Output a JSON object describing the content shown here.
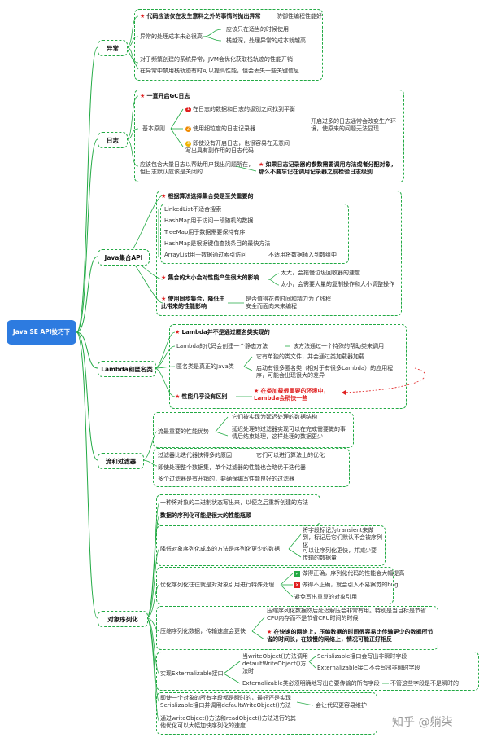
{
  "root": "Java SE API技巧下",
  "watermark": "知乎 @躺柒",
  "colors": {
    "root": "#2d7be0",
    "branch": "#22aa44",
    "highlight": "#e02020"
  },
  "branches": {
    "exceptions": {
      "label": "异常",
      "items": [
        "代码应该仅在发生意料之外的事情时抛出异常",
        "防御性编程性能好",
        "异常的处理成本未必很高",
        "应该只在适当的时候使用",
        "栈越深，处理异常的成本就越高",
        "对于频繁创建的系统异常，JVM会优化获取栈轨迹的性能开销",
        "在异常中禁用栈轨迹有时可以提高性能，但会丢失一些关键信息"
      ]
    },
    "logging": {
      "label": "日志",
      "items": [
        "一直开启GC日志",
        "基本原则",
        "在日志的数据和日志的级别之间找到平衡",
        "开启过多的日志通常会改变生产环境，使原来的问题无法显现",
        "使用细粒度的日志记录器",
        "即使没有开启日志，也很容易在无意间写出具有副作用的日志代码",
        "应该包含大量日志以帮助用户找出问题所在，但日志默认应该是关闭的",
        "如果日志记录器的参数需要调用方法或者分配对象，那么不要忘记在调用记录器之前检验日志级别"
      ]
    },
    "collections": {
      "label": "Java集合API",
      "items": [
        "根据算法选择集合类是至关重要的",
        "LinkedList不适合搜索",
        "HashMap用于访问一段随机的数据",
        "TreeMap用于数据需要保持有序",
        "HashMap是根据键值查找条目的最快方法",
        "ArrayList用于数据通过索引访问",
        "不适用将数据插入到数组中",
        "集合的大小会对性能产生很大的影响",
        "太大，会拖慢垃圾回收器的速度",
        "太小，会需要大量的复制操作和大小调整操作",
        "使用同步集合，降低由此带来的性能影响",
        "是否值得花费时间和精力为了线程安全而面向未来编程"
      ]
    },
    "lambda": {
      "label": "Lambda和匿名类",
      "items": [
        "Lambda并不是通过匿名类实现的",
        "Lambda的代码会创建一个静态方法",
        "该方法通过一个特殊的帮助类来调用",
        "匿名类是真正的Java类",
        "它有单独的类文件，并会通过类加载器加载",
        "启动有很多匿名类（相对于有很多Lambda）的应用程序，可能会出现很大的差异",
        "性能几乎没有区别",
        "在类加载很重要的环境中，Lambda会稍快一些"
      ]
    },
    "streams": {
      "label": "流和过滤器",
      "items": [
        "流最重要的性能优势",
        "它们被实现为延迟处理的数据结构",
        "延迟处理的过滤器实现可以在完成需要做的事情后结束处理，这样处理的数据更少",
        "过滤器比迭代器快得多的原因",
        "它们可以进行算法上的优化",
        "即使处理整个数据集，单个过滤器的性能也会略优于迭代器",
        "多个过滤器是有开销的，要确保编写性能良好的过滤器"
      ]
    },
    "serialization": {
      "label": "对象序列化",
      "items": [
        "一种将对象的二进制状态写出来，以便之后重新创建的方法",
        "数据的序列化可能是很大的性能瓶颈",
        "降低对象序列化成本的方法是序列化更少的数据",
        "将字段标记为transient来做到，标记后它们默认不会被序列化",
        "可以让序列化更快，并减少要传输的数据量",
        "优化序列化往往就是对对象引用进行特殊处理",
        "做得正确，序列化代码的性能会大幅提高",
        "做得不正确，就会引入不易察觉的bug",
        "避免写出重复的对象引用",
        "压缩序列化数据，传输速度会更快",
        "压缩序列化数据然后延迟解压会非常有用。特别是当目标是节省CPU内存而不是节省CPU时间的时候",
        "在快速的网络上，压缩数据的时间很容易比传输更少的数据所节省的时间长，在较慢的网络上，情况可能正好相反",
        "实现Externalizable接口",
        "当writeObject()方法调用defaultWriteObject()方法时",
        "Serializable接口会写出非瞬时字段",
        "Externalizable接口不会写出非瞬时字段",
        "Externalizable类必须明确地写出它要传输的所有字段",
        "不管这些字段是不是瞬时的",
        "即使一个对象的所有字段都是瞬时的，最好还是实现Serializable接口并调用defaultWriteObject()方法",
        "会让代码更容易维护",
        "通过writeObject()方法和readObject()方法进行的其他优化可以大幅加快序列化的速度"
      ]
    }
  }
}
